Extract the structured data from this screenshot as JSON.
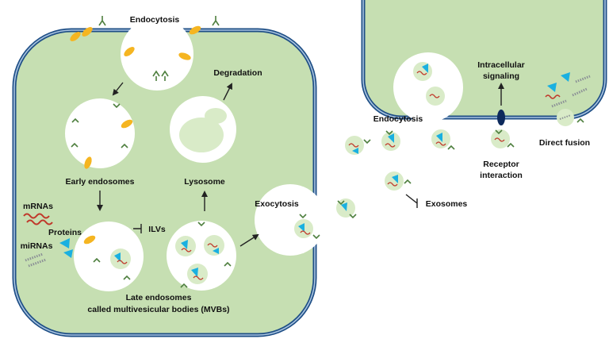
{
  "labels": {
    "endocytosis_top": "Endocytosis",
    "degradation": "Degradation",
    "early_endosomes": "Early endosomes",
    "lysosome": "Lysosome",
    "mrnas": "mRNAs",
    "proteins": "Proteins",
    "mirnas": "miRNAs",
    "ilvs": "ILVs",
    "late_endosomes_line1": "Late endosomes",
    "late_endosomes_line2": "called multivesicular bodies (MVBs)",
    "exocytosis": "Exocytosis",
    "exosomes": "Exosomes",
    "endocytosis_right": "Endocytosis",
    "intracellular_line1": "Intracellular",
    "intracellular_line2": "signaling",
    "receptor_line1": "Receptor",
    "receptor_line2": "interaction",
    "direct_fusion": "Direct fusion"
  },
  "colors": {
    "cytoplasm": "#c6dfb2",
    "membrane_outer": "#1f4f86",
    "membrane_inner": "#a9c4e0",
    "vesicle_fill": "#d9ebc8",
    "protein_cyan": "#1ab0e0",
    "protein_yellow": "#f5b521",
    "mrna_red": "#c0392b",
    "tetraspanin_green": "#4e7f3e",
    "mirna_gray": "#8a8f95",
    "receptor_navy": "#0d2a5c",
    "arrow": "#222222"
  }
}
